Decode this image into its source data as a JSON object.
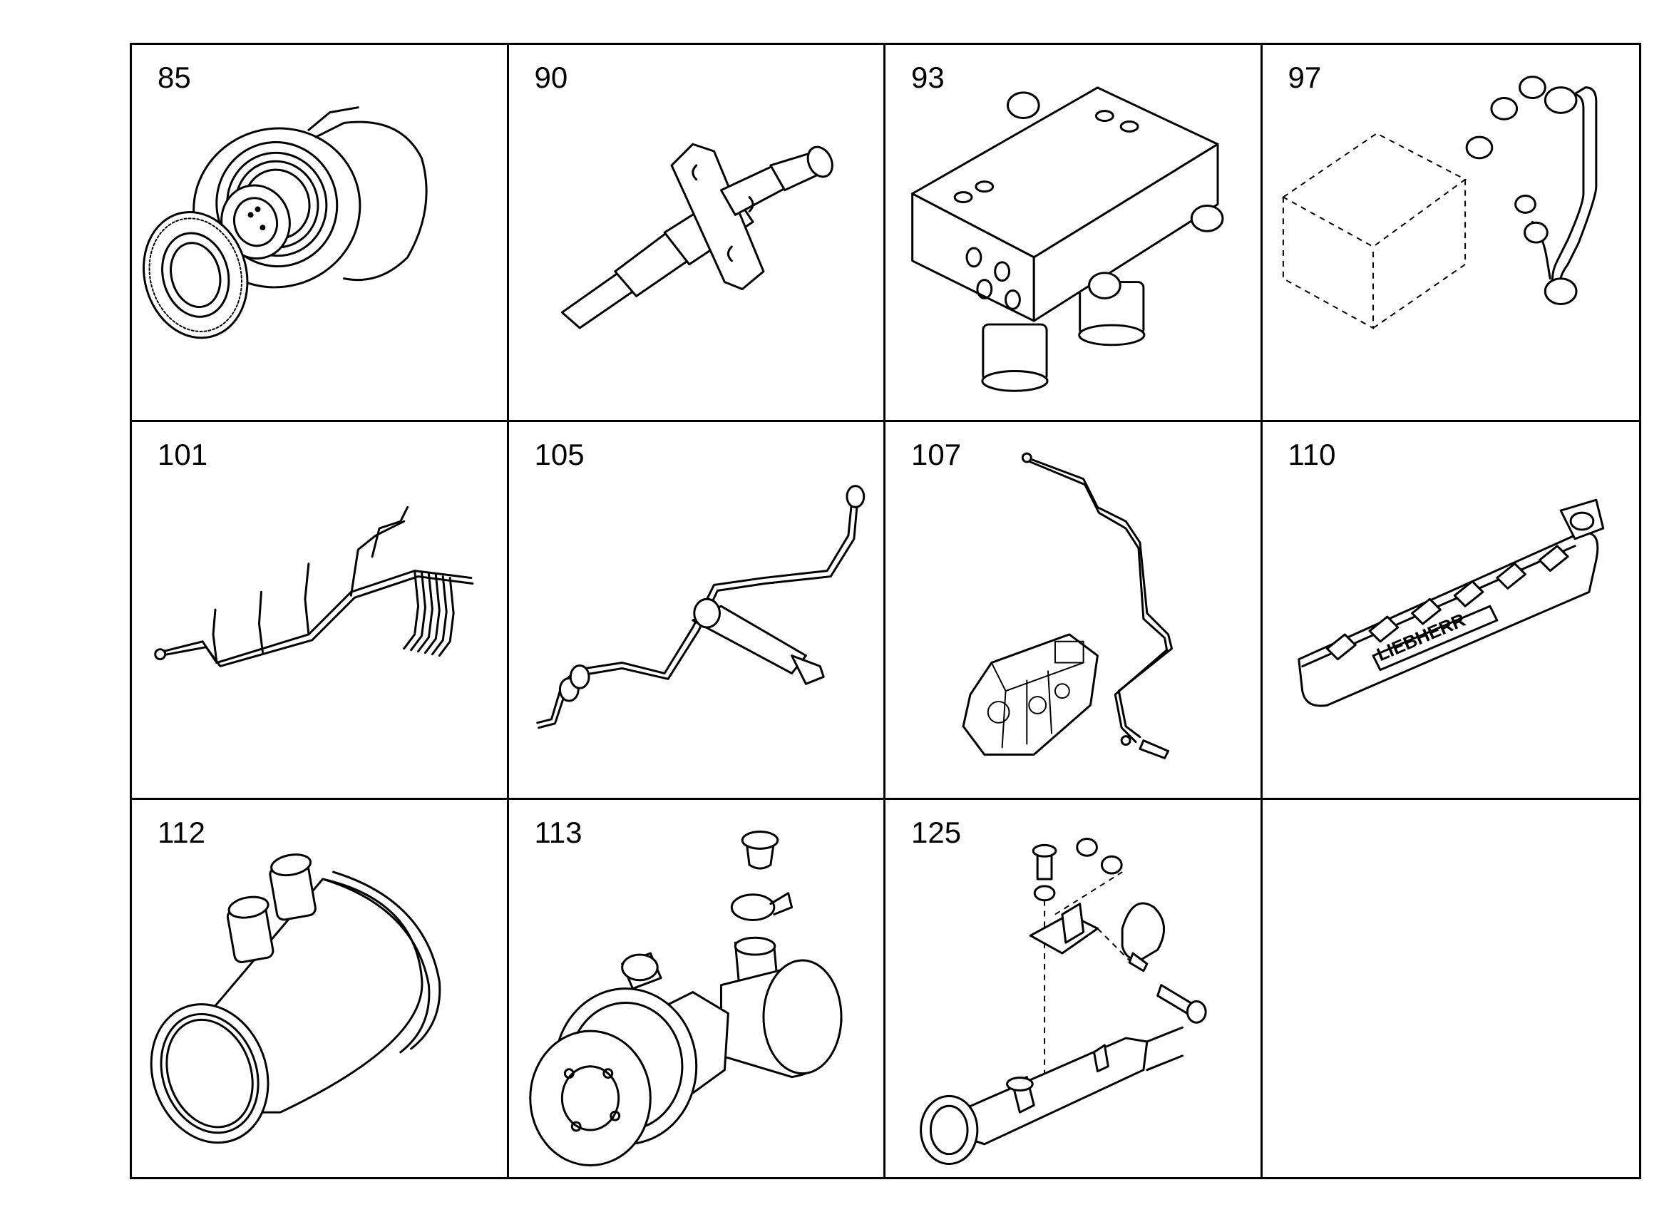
{
  "parts": [
    {
      "number": "85"
    },
    {
      "number": "90"
    },
    {
      "number": "93"
    },
    {
      "number": "97"
    },
    {
      "number": "101"
    },
    {
      "number": "105"
    },
    {
      "number": "107"
    },
    {
      "number": "110"
    },
    {
      "number": "112"
    },
    {
      "number": "113"
    },
    {
      "number": "125"
    },
    {
      "number": ""
    }
  ],
  "brand_mark_text": "LIEBHERR"
}
